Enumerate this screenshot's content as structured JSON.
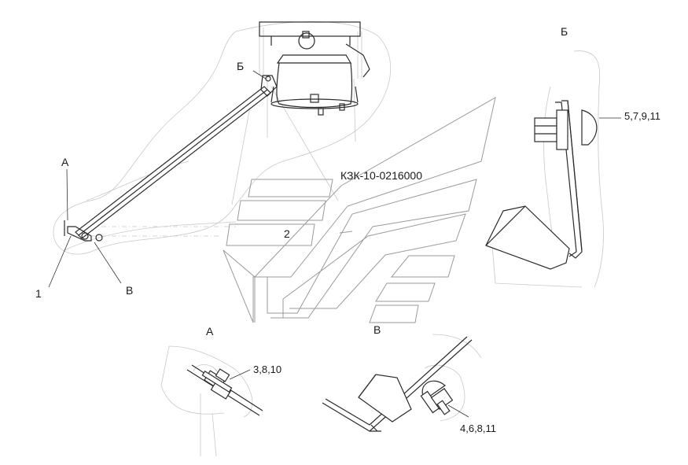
{
  "labels": {
    "part_number": "КЗК-10-0216000",
    "pos_1": "1",
    "pos_2": "2",
    "view_a_marker": "А",
    "view_b_marker": "Б",
    "view_v_marker": "В",
    "view_a_title": "А",
    "view_b_title": "Б",
    "view_v_title": "В",
    "callout_a": "3,8,10",
    "callout_b": "5,7,9,11",
    "callout_v": "4,6,8,11"
  },
  "colors": {
    "line": "#2b2b2b",
    "ghost": "#c8c8c8",
    "logo": "#9a9a9a"
  }
}
